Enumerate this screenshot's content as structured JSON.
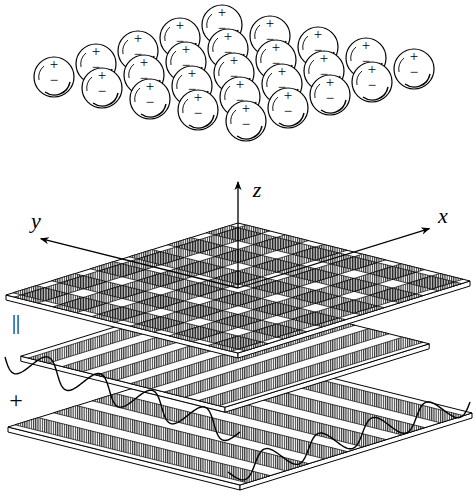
{
  "diagram": {
    "nodes": [
      {
        "text": [
          "+",
          "−"
        ]
      },
      {
        "text": [
          "+",
          "−"
        ]
      },
      {
        "text": [
          "+",
          "−"
        ]
      },
      {
        "text": [
          "+",
          "−"
        ]
      },
      {
        "text": [
          "+",
          "−"
        ]
      },
      {
        "text": [
          "+",
          "−"
        ]
      },
      {
        "text": [
          "+",
          "−"
        ]
      },
      {
        "text": [
          "+",
          "−"
        ]
      },
      {
        "text": [
          "+",
          "−"
        ]
      },
      {
        "text": [
          "+",
          "−"
        ]
      },
      {
        "text": [
          "+",
          "−"
        ]
      },
      {
        "text": [
          "+",
          "−"
        ]
      },
      {
        "text": [
          "+",
          "−"
        ]
      },
      {
        "text": [
          "+",
          "−"
        ]
      },
      {
        "text": [
          "+",
          "−"
        ]
      },
      {
        "text": [
          "+",
          "−"
        ]
      },
      {
        "text": [
          "+",
          "−"
        ]
      },
      {
        "text": [
          "+",
          "−"
        ]
      },
      {
        "text": [
          "+",
          "−"
        ]
      },
      {
        "text": [
          "+",
          "−"
        ]
      },
      {
        "text": [
          "+",
          "−"
        ]
      },
      {
        "text": [
          "+",
          "−"
        ]
      },
      {
        "text": [
          "+",
          "−"
        ]
      },
      {
        "text": [
          "+",
          "−"
        ]
      },
      {
        "text": [
          "+",
          "−"
        ]
      }
    ],
    "labels": [
      "z",
      "y",
      "x",
      "||",
      "+"
    ]
  }
}
